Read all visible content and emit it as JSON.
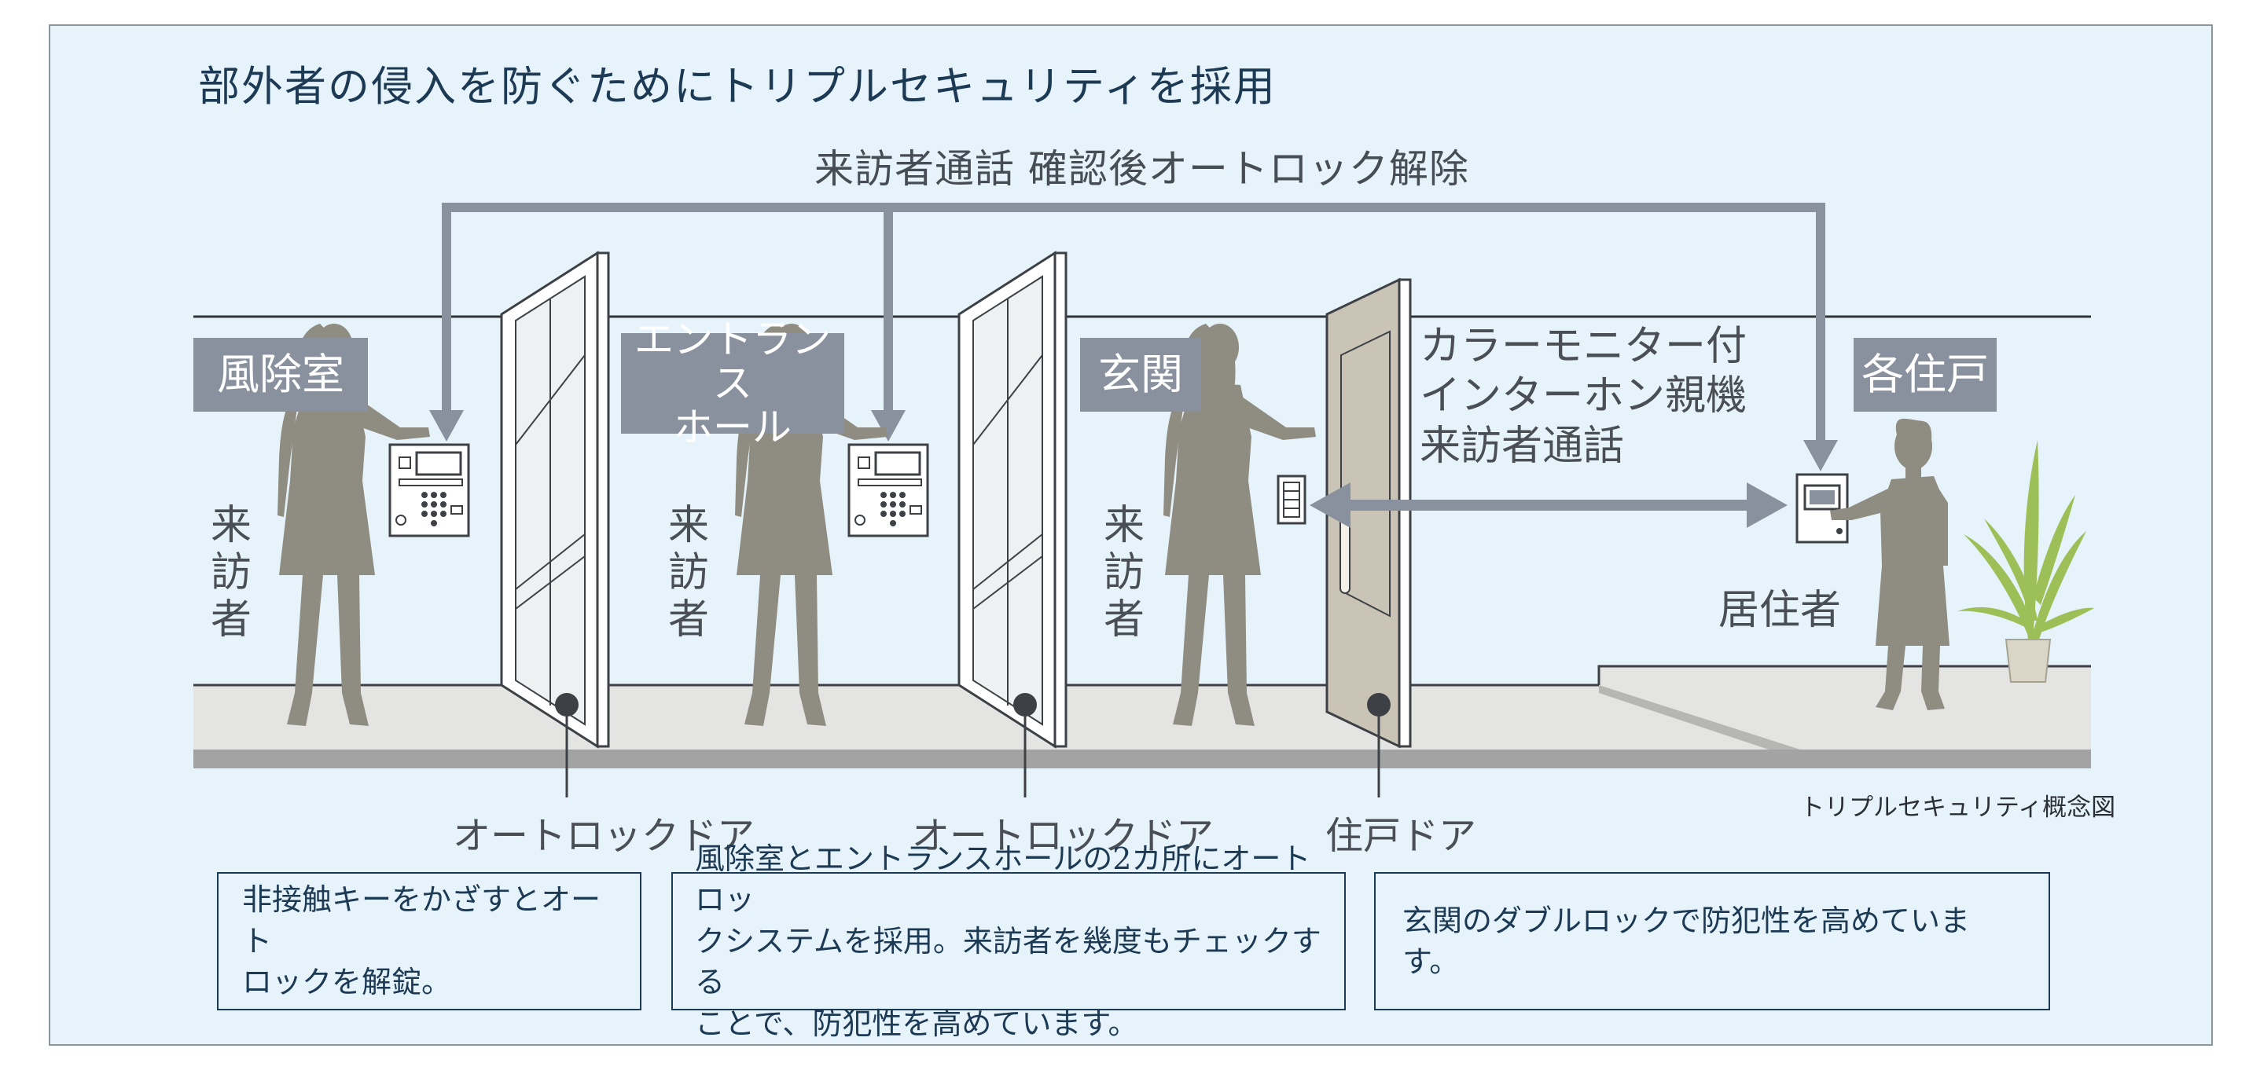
{
  "heading": "部外者の侵入を防ぐためにトリプルセキュリティを採用",
  "top_caption": "来訪者通話 確認後オートロック解除",
  "zones": [
    "風除室",
    "エントランス\nホール",
    "玄関",
    "各住戸"
  ],
  "visitor_label": "来\n訪\n者",
  "resident_label": "居住者",
  "intercom_label": "カラーモニター付\nインターホン親機\n来訪者通話",
  "door_labels": [
    "オートロックドア",
    "オートロックドア",
    "住戸ドア"
  ],
  "figure_caption": "トリプルセキュリティ概念図",
  "notes": [
    "非接触キーをかざすとオート\nロックを解錠。",
    "風除室とエントランスホールの2カ所にオートロッ\nクシステムを採用。来訪者を幾度もチェックする\nことで、防犯性を高めています。",
    "玄関のダブルロックで防犯性を高めています。"
  ],
  "colors": {
    "background": "#e7f3fa",
    "label_fill": "#8a919e",
    "arrow": "#8a919e",
    "silhouette": "#8f8d82",
    "heading_text": "#1d3a55",
    "unit_door": "#c9c4b6",
    "floor": "#e4e4e2",
    "floor_edge": "#a3a3a3"
  },
  "icons": [
    "intercom-panel-icon",
    "intercom-monitor-icon",
    "plant-icon",
    "person-silhouette-icon"
  ]
}
